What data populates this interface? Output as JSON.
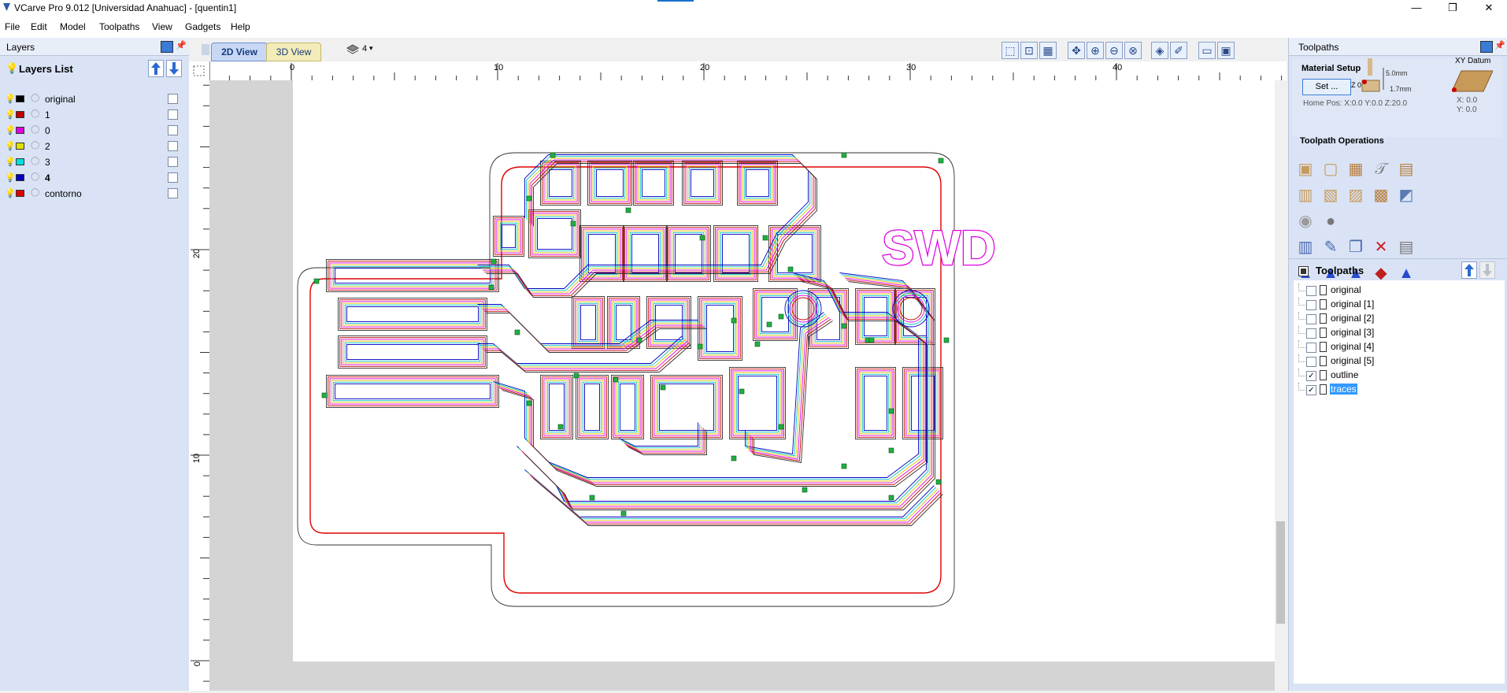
{
  "window": {
    "title": "VCarve Pro 9.012 [Universidad Anahuac] - [quentin1]",
    "controls": {
      "minimize": "—",
      "maximize": "❐",
      "close": "✕"
    }
  },
  "menu": [
    "File",
    "Edit",
    "Model",
    "Toolpaths",
    "View",
    "Gadgets",
    "Help"
  ],
  "layers_panel": {
    "title": "Layers",
    "list_title": "Layers List",
    "layers": [
      {
        "name": "original",
        "color": "#000000",
        "bold": false
      },
      {
        "name": "1",
        "color": "#c00000",
        "bold": false
      },
      {
        "name": "0",
        "color": "#e000e0",
        "bold": false
      },
      {
        "name": "2",
        "color": "#e0e000",
        "bold": false
      },
      {
        "name": "3",
        "color": "#00e0e0",
        "bold": false
      },
      {
        "name": "4",
        "color": "#0000c0",
        "bold": true
      },
      {
        "name": "contorno",
        "color": "#e00000",
        "bold": false
      }
    ]
  },
  "view_tabs": {
    "tab_2d": "2D View",
    "tab_3d": "3D View",
    "layer_dropdown": "4"
  },
  "ruler": {
    "top_labels": [
      "0",
      "10",
      "20",
      "30",
      "40"
    ],
    "left_labels": [
      "20",
      "10",
      "0"
    ]
  },
  "design": {
    "logo_text": "SWD"
  },
  "toolpaths_panel": {
    "title": "Toolpaths",
    "material_setup": {
      "label": "Material Setup",
      "set_button": "Set ...",
      "thickness": "5.0mm",
      "z_label": "Z 0",
      "z_offset": "1.7mm",
      "home_pos": "Home Pos:  X:0.0 Y:0.0 Z:20.0"
    },
    "xy_datum": {
      "label": "XY Datum",
      "x": "X: 0.0",
      "y": "Y: 0.0"
    },
    "operations_label": "Toolpath Operations",
    "list_title": "Toolpaths",
    "toolpaths": [
      {
        "name": "original",
        "checked": false,
        "selected": false
      },
      {
        "name": "original [1]",
        "checked": false,
        "selected": false
      },
      {
        "name": "original [2]",
        "checked": false,
        "selected": false
      },
      {
        "name": "original [3]",
        "checked": false,
        "selected": false
      },
      {
        "name": "original [4]",
        "checked": false,
        "selected": false
      },
      {
        "name": "original [5]",
        "checked": false,
        "selected": false
      },
      {
        "name": "outline",
        "checked": true,
        "selected": false
      },
      {
        "name": "traces",
        "checked": true,
        "selected": true
      }
    ]
  },
  "colors": {
    "accent_blue": "#0a64c8",
    "panel_bg": "#d9e3f5",
    "outline_red": "#e00000",
    "selection": "#3399ff"
  }
}
